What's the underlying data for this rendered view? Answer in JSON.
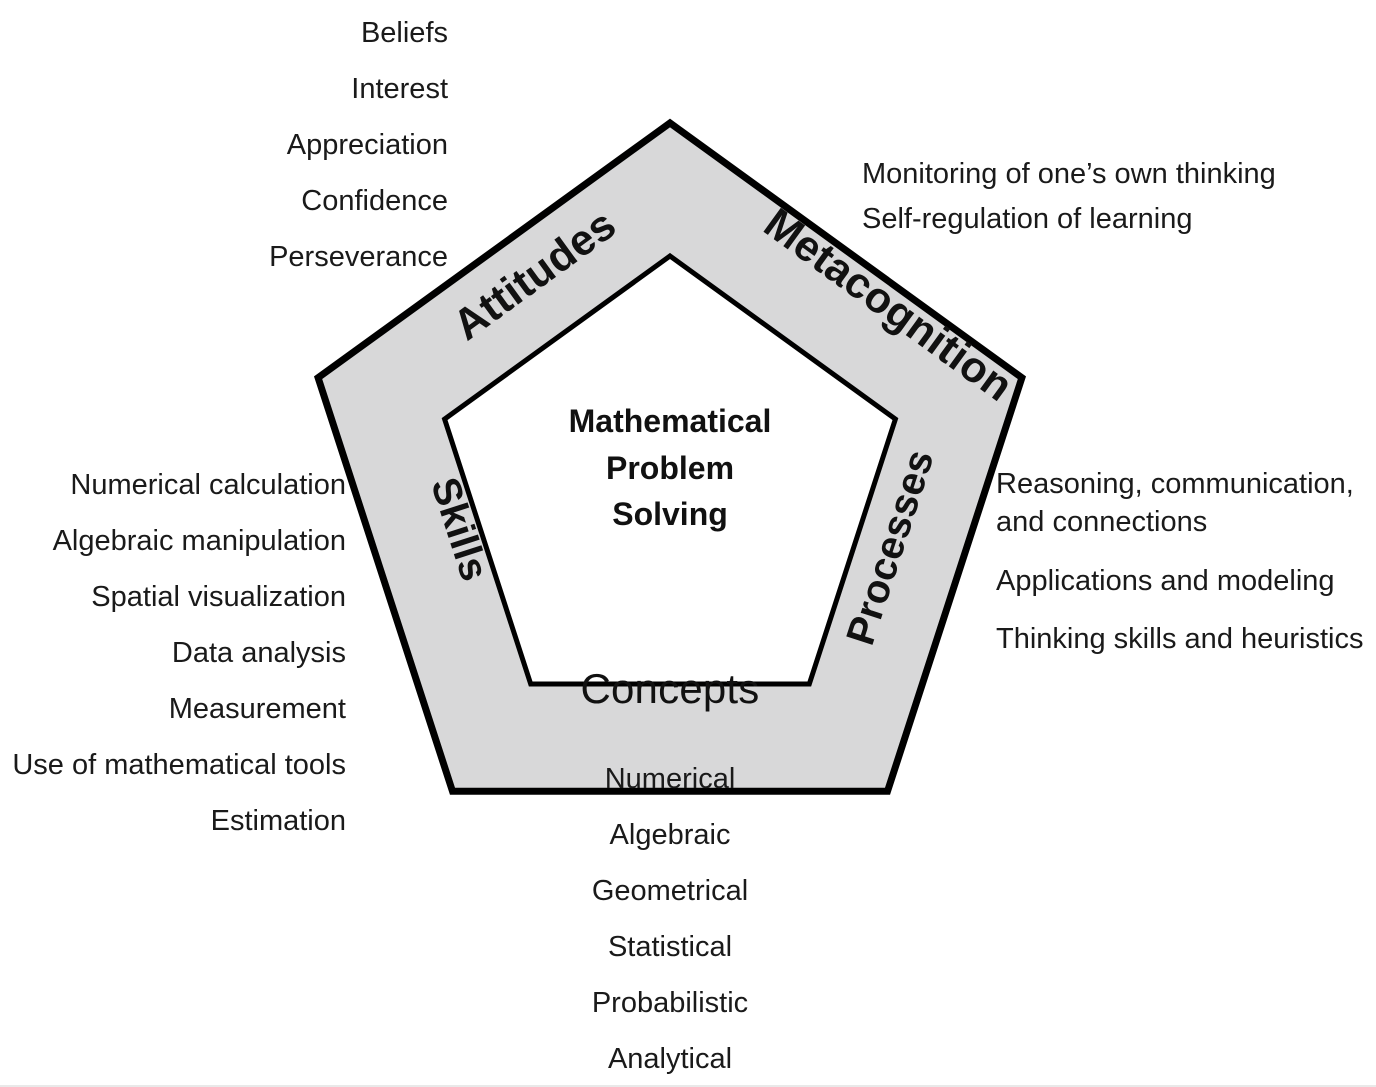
{
  "diagram": {
    "title": "Mathematical Problem Solving Framework Pentagon",
    "core": {
      "line1": "Mathematical",
      "line2": "Problem",
      "line3": "Solving"
    },
    "colors": {
      "band_fill": "#d8d8d9",
      "outline": "#000000",
      "core_fill": "#ffffff",
      "text": "#1a1a1a",
      "page_background": "#ffffff"
    },
    "components": [
      {
        "id": "attitudes",
        "label": "Attitudes",
        "rotation_deg": -36,
        "items": [
          "Beliefs",
          "Interest",
          "Appreciation",
          "Confidence",
          "Perseverance"
        ]
      },
      {
        "id": "metacognition",
        "label": "Metacognition",
        "rotation_deg": 36,
        "items": [
          "Monitoring of one’s own thinking",
          "Self-regulation of learning"
        ]
      },
      {
        "id": "processes",
        "label": "Processes",
        "rotation_deg": -72,
        "items": [
          "Reasoning, communication, and connections",
          "Applications and modeling",
          "Thinking skills and heuristics"
        ]
      },
      {
        "id": "concepts",
        "label": "Concepts",
        "rotation_deg": 0,
        "items": [
          "Numerical",
          "Algebraic",
          "Geometrical",
          "Statistical",
          "Probabilistic",
          "Analytical"
        ]
      },
      {
        "id": "skills",
        "label": "Skills",
        "rotation_deg": 72,
        "items": [
          "Numerical calculation",
          "Algebraic manipulation",
          "Spatial visualization",
          "Data analysis",
          "Measurement",
          "Use of mathematical tools",
          "Estimation"
        ]
      }
    ]
  }
}
